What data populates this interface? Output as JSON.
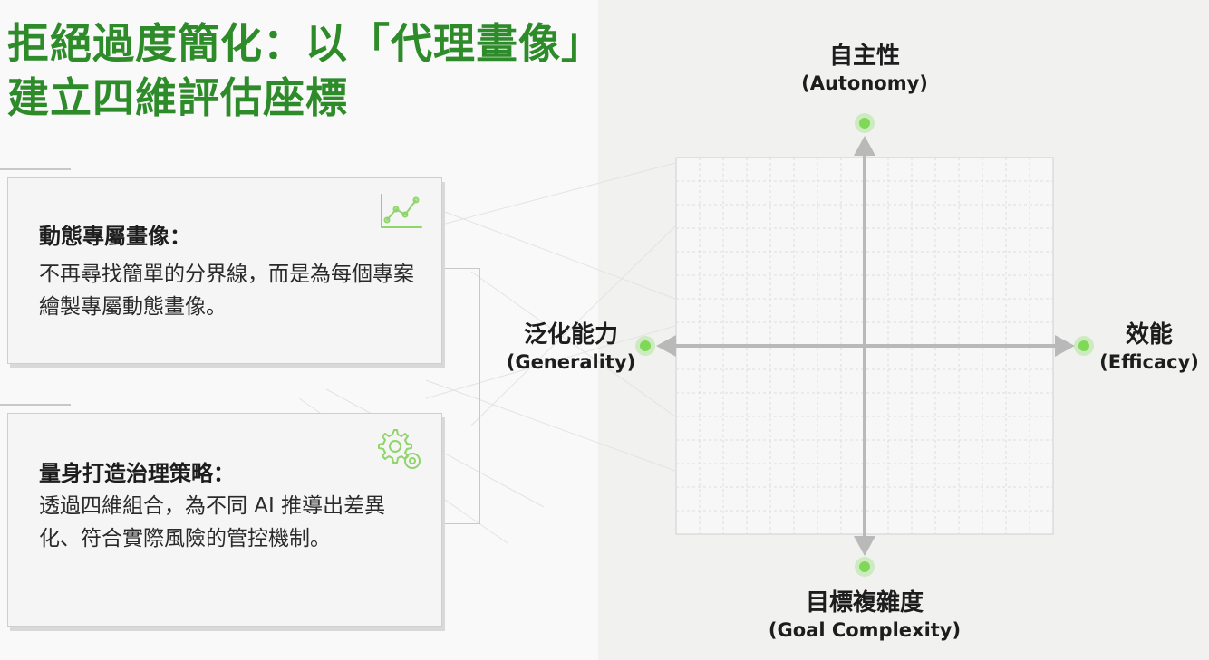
{
  "title": {
    "line1": "拒絕過度簡化：以「代理畫像」",
    "line2": "建立四維評估座標"
  },
  "cards": [
    {
      "title": "動態專屬畫像：",
      "text": "不再尋找簡單的分界線，而是為每個專案繪製專屬動態畫像。",
      "icon": "line-chart-icon"
    },
    {
      "title": "量身打造治理策略：",
      "text": "透過四維組合，為不同 AI 推導出差異化、符合實際風險的管控機制。",
      "icon": "gears-icon"
    }
  ],
  "axes": {
    "top": {
      "label": "自主性",
      "sublabel": "(Autonomy)"
    },
    "bottom": {
      "label": "目標複雜度",
      "sublabel": "(Goal Complexity)"
    },
    "left": {
      "label": "泛化能力",
      "sublabel": "(Generality)"
    },
    "right": {
      "label": "效能",
      "sublabel": "(Efficacy)"
    }
  },
  "colors": {
    "title": "#2e8b2a",
    "endpoint": "#7ed957",
    "axis": "#b9b9b9",
    "grid": "#d6d6d6"
  }
}
